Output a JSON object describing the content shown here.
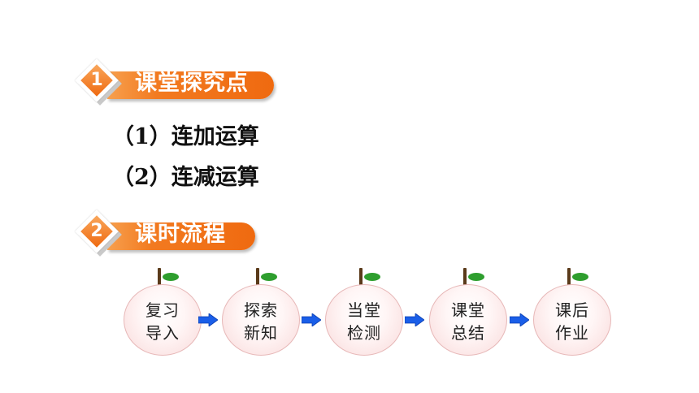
{
  "section1": {
    "number": "1",
    "title": "课堂探究点",
    "topics": [
      "（1）连加运算",
      "（2）连减运算"
    ]
  },
  "section2": {
    "number": "2",
    "title": "课时流程",
    "steps": [
      {
        "line1": "复习",
        "line2": "导入"
      },
      {
        "line1": "探索",
        "line2": "新知"
      },
      {
        "line1": "当堂",
        "line2": "检测"
      },
      {
        "line1": "课堂",
        "line2": "总结"
      },
      {
        "line1": "课后",
        "line2": "作业"
      }
    ]
  },
  "colors": {
    "header_orange": "#ef6a10",
    "arrow_blue": "#1a5ee8",
    "leaf_green": "#2e9e2e"
  },
  "icons": [
    "diamond-badge-icon",
    "peach-icon",
    "right-arrow-icon"
  ]
}
